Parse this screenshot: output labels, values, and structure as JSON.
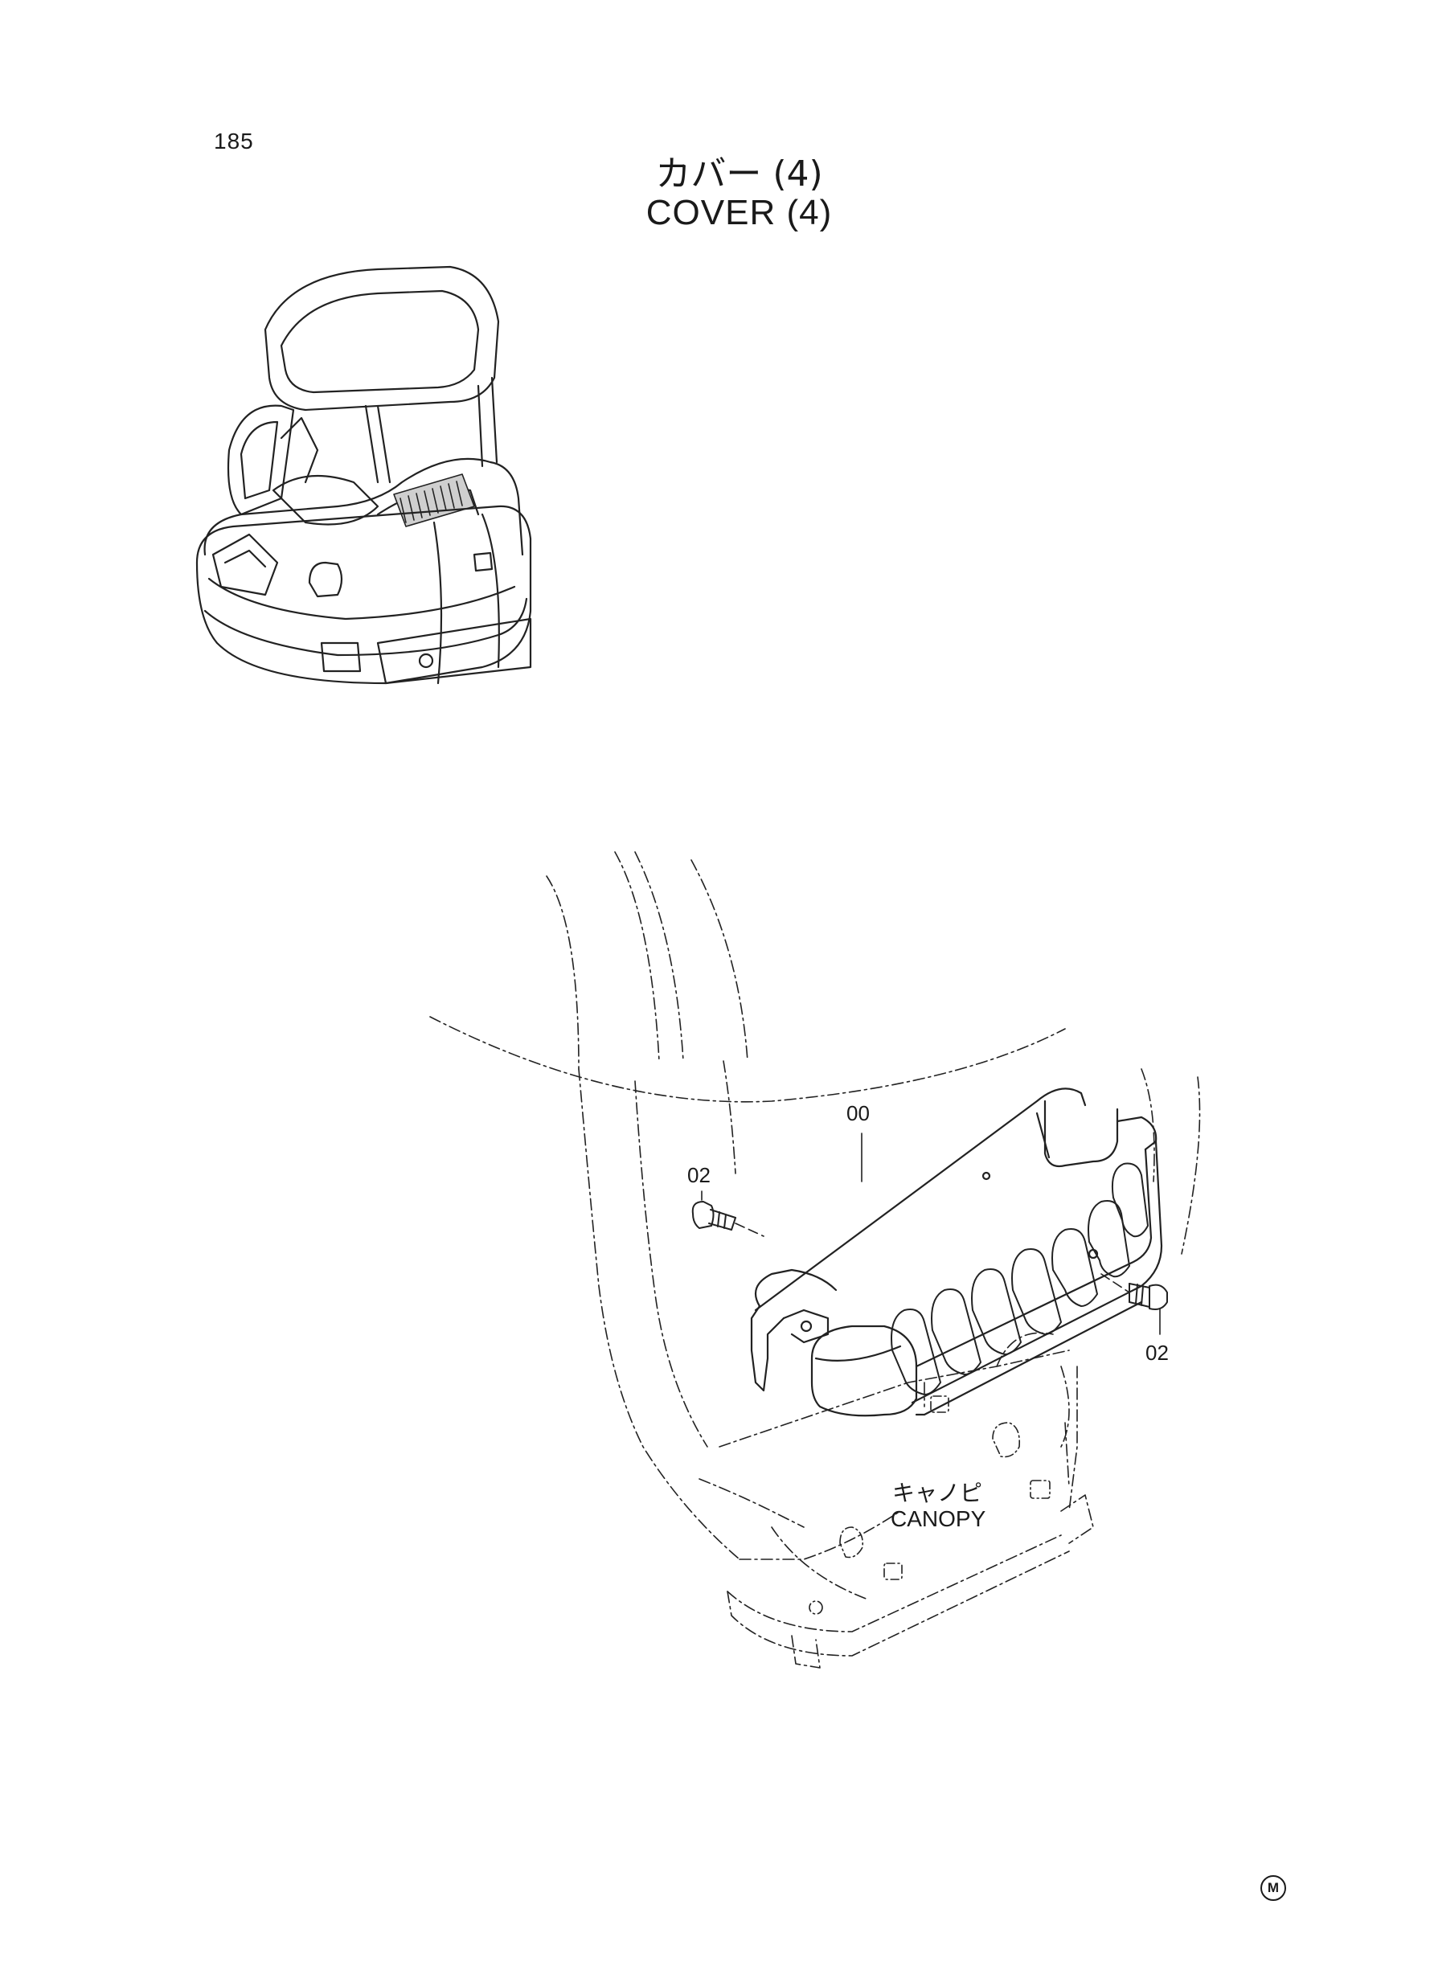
{
  "page_number": "185",
  "title_jp": "カバー (4)",
  "title_en": "COVER (4)",
  "callouts": {
    "part_00": "00",
    "part_02_left": "02",
    "part_02_right": "02"
  },
  "canopy_label": {
    "jp": "キャノピ",
    "en": "CANOPY"
  },
  "corner_mark": "M"
}
